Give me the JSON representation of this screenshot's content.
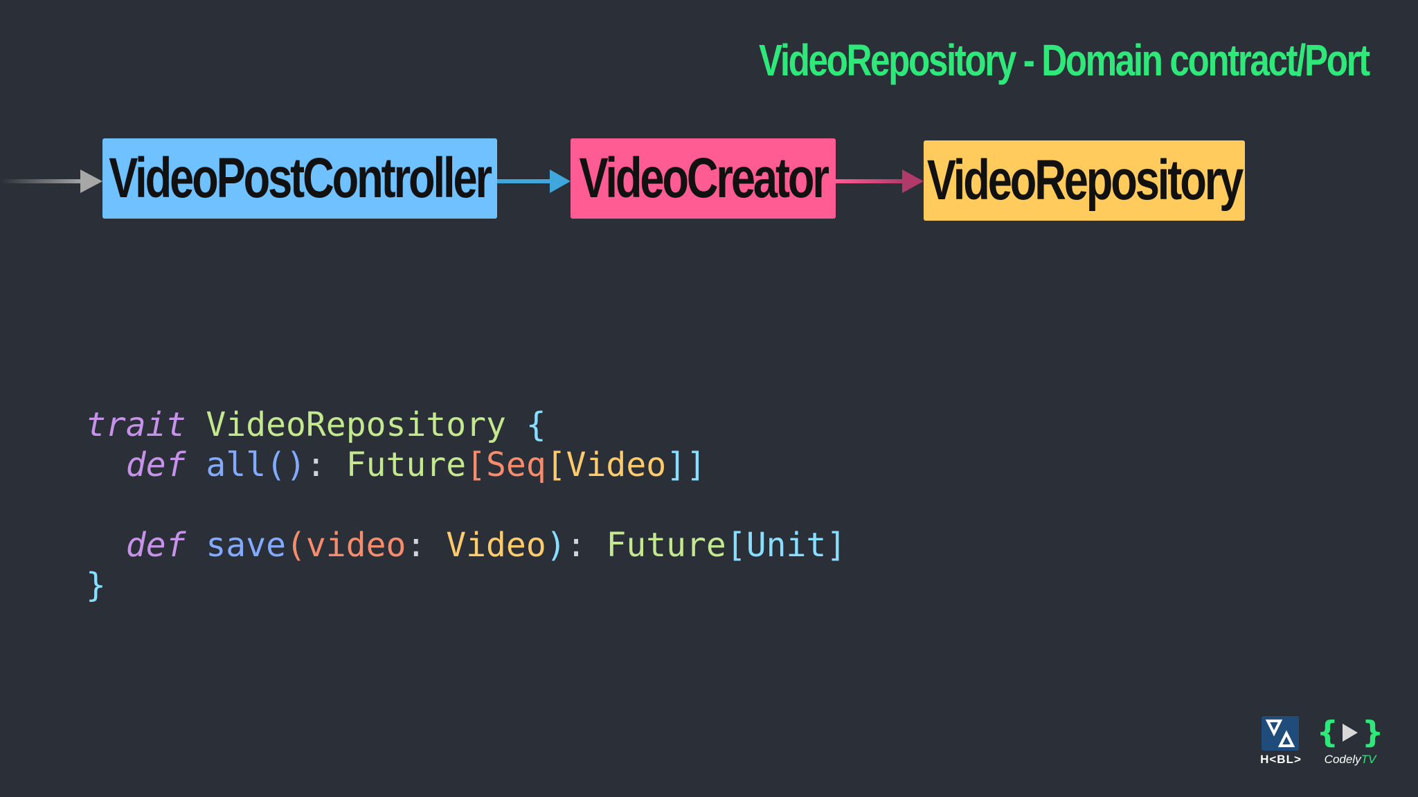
{
  "title": "VideoRepository - Domain contract/Port",
  "nodes": {
    "controller": "VideoPostController",
    "creator": "VideoCreator",
    "repository": "VideoRepository"
  },
  "code": {
    "line1": {
      "keyword": "trait",
      "name": "VideoRepository",
      "brace": "{"
    },
    "line2": {
      "keyword": "def",
      "method": "all",
      "parens": "()",
      "colon": ":",
      "future": "Future",
      "open1": "[",
      "seq": "Seq",
      "open2": "[",
      "type": "Video",
      "close": "]]"
    },
    "line3": {
      "keyword": "def",
      "method": "save",
      "open_paren": "(",
      "param": "video",
      "colon1": ":",
      "param_type": "Video",
      "close_paren": ")",
      "colon2": ":",
      "future": "Future",
      "open": "[",
      "type": "Unit",
      "close": "]"
    },
    "line4": {
      "brace": "}"
    }
  },
  "logos": {
    "habla": "H<BL>",
    "codely_brand": "Codely",
    "codely_suffix": "TV"
  },
  "colors": {
    "background": "#2a2f38",
    "title": "#2ee87a",
    "controller": "#6fc2ff",
    "creator": "#ff5c93",
    "repository": "#ffcb5c",
    "keyword": "#c792ea",
    "type_name": "#c3e88d",
    "method": "#82aaff",
    "bracket_outer": "#89ddff",
    "seq": "#f78c6c",
    "type_video": "#ffcb6b",
    "param": "#f78c6c",
    "punctuation": "#cbd5df",
    "codely_green": "#2ee87a"
  }
}
